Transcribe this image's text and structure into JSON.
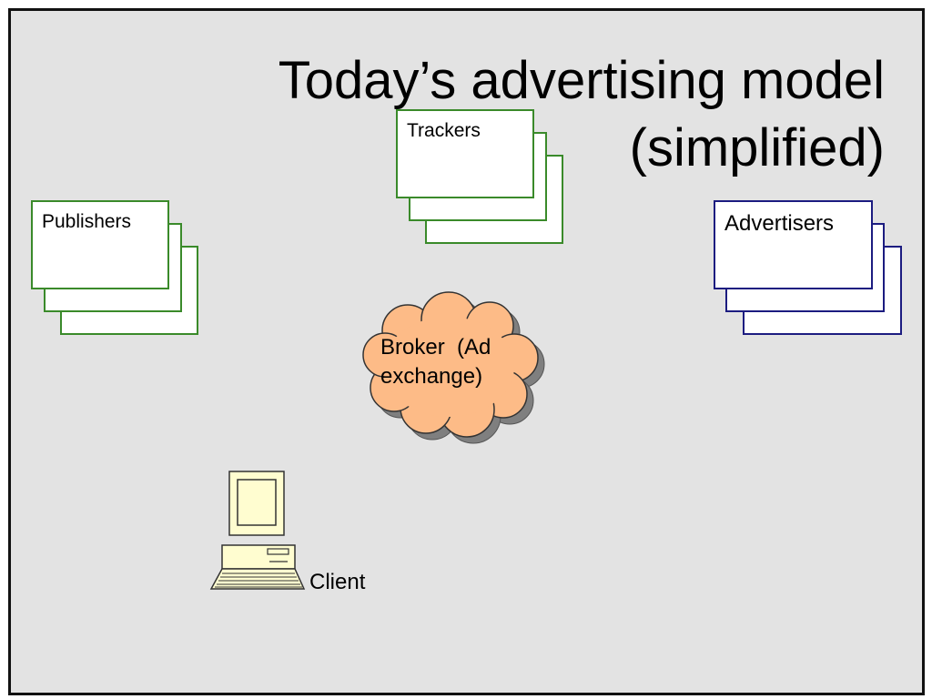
{
  "slide": {
    "title_line1": "Today’s advertising model",
    "title_line2": "(simplified)"
  },
  "stacks": {
    "trackers_label": "Trackers",
    "publishers_label": "Publishers",
    "advertisers_label": "Advertisers"
  },
  "broker": {
    "line1": "Broker  (Ad",
    "line2": "exchange)"
  },
  "client": {
    "label": "Client"
  },
  "colors": {
    "background": "#e3e3e3",
    "green_border": "#3a8a2a",
    "blue_border": "#1c1c80",
    "cloud_fill": "#fdbb87",
    "computer_fill": "#fffdd0"
  }
}
